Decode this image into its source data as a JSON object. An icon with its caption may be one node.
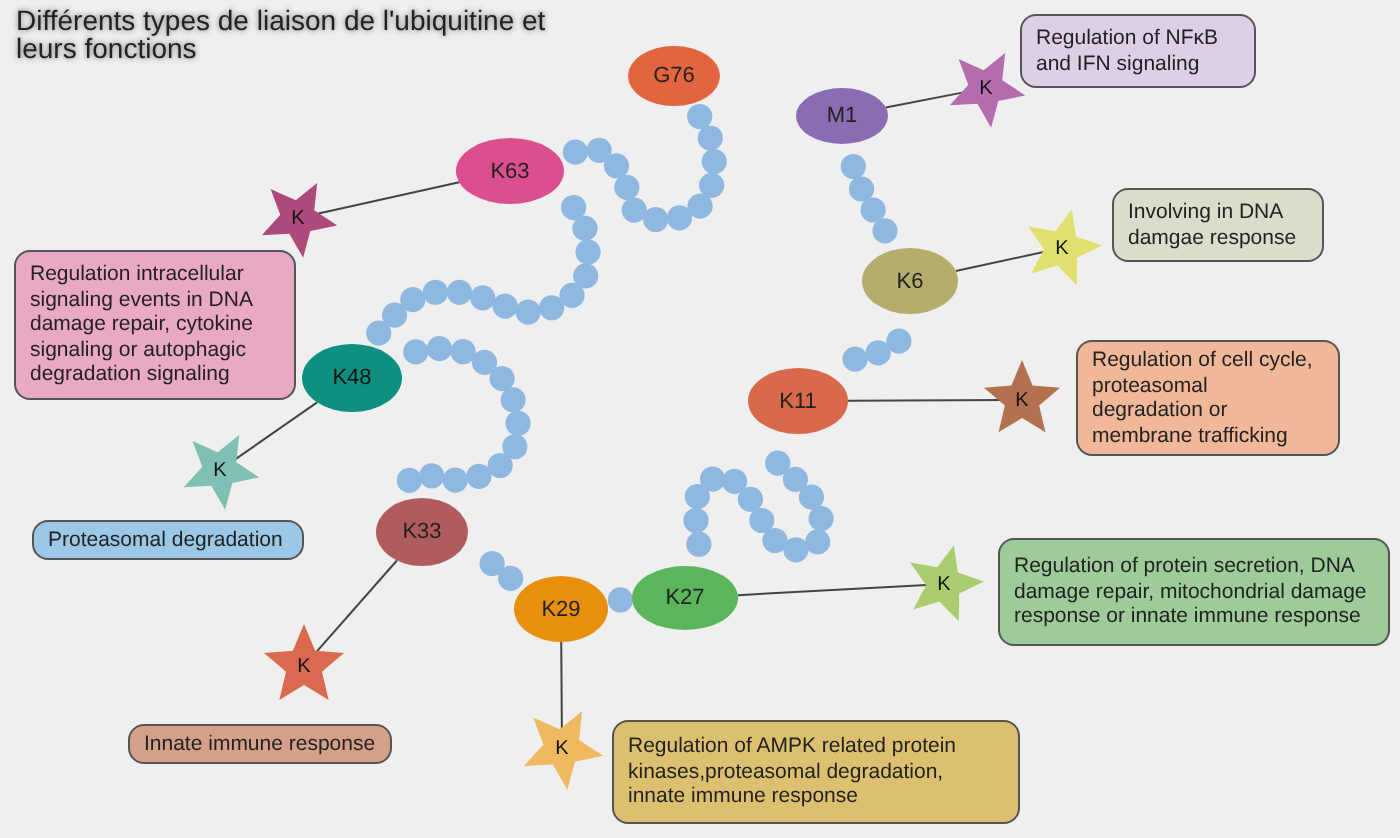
{
  "diagram": {
    "title": "Différents types de liaison de l'ubiquitine et leurs fonctions",
    "nodes": [
      {
        "text": [
          "G76"
        ]
      },
      {
        "text": [
          "M1"
        ]
      },
      {
        "text": [
          "K"
        ]
      },
      {
        "text": [
          "Regulation of NFκB and IFN signaling"
        ]
      },
      {
        "text": [
          "K63"
        ]
      },
      {
        "text": [
          "K"
        ]
      },
      {
        "text": [
          "K6"
        ]
      },
      {
        "text": [
          "K"
        ]
      },
      {
        "text": [
          "Involving in DNA damgae response"
        ]
      },
      {
        "text": [
          "Regulation intracellular signaling events in DNA damage repair, cytokine signaling or autophagic degradation signaling"
        ]
      },
      {
        "text": [
          "K48"
        ]
      },
      {
        "text": [
          "K11"
        ]
      },
      {
        "text": [
          "K"
        ]
      },
      {
        "text": [
          "Regulation of cell cycle, proteasomal degradation or membrane trafficking"
        ]
      },
      {
        "text": [
          "K"
        ]
      },
      {
        "text": [
          "Proteasomal degradation"
        ]
      },
      {
        "text": [
          "K33"
        ]
      },
      {
        "text": [
          "K29"
        ]
      },
      {
        "text": [
          "K27"
        ]
      },
      {
        "text": [
          "K"
        ]
      },
      {
        "text": [
          "Regulation of protein secretion, DNA damage repair, mitochondrial damage response or innate immune response"
        ]
      },
      {
        "text": [
          "K"
        ]
      },
      {
        "text": [
          "Innate immune response"
        ]
      },
      {
        "text": [
          "K"
        ]
      },
      {
        "text": [
          "Regulation of AMPK related protein kinases,proteasomal degradation, innate immune response"
        ]
      }
    ],
    "edges": [
      {
        "from": 1,
        "to": 2,
        "arrow": "none"
      },
      {
        "from": 4,
        "to": 5,
        "arrow": "none"
      },
      {
        "from": 6,
        "to": 7,
        "arrow": "none"
      },
      {
        "from": 10,
        "to": 14,
        "arrow": "none"
      },
      {
        "from": 11,
        "to": 12,
        "arrow": "none"
      },
      {
        "from": 16,
        "to": 21,
        "arrow": "none"
      },
      {
        "from": 17,
        "to": 23,
        "arrow": "none"
      },
      {
        "from": 18,
        "to": 19,
        "arrow": "none"
      }
    ]
  }
}
